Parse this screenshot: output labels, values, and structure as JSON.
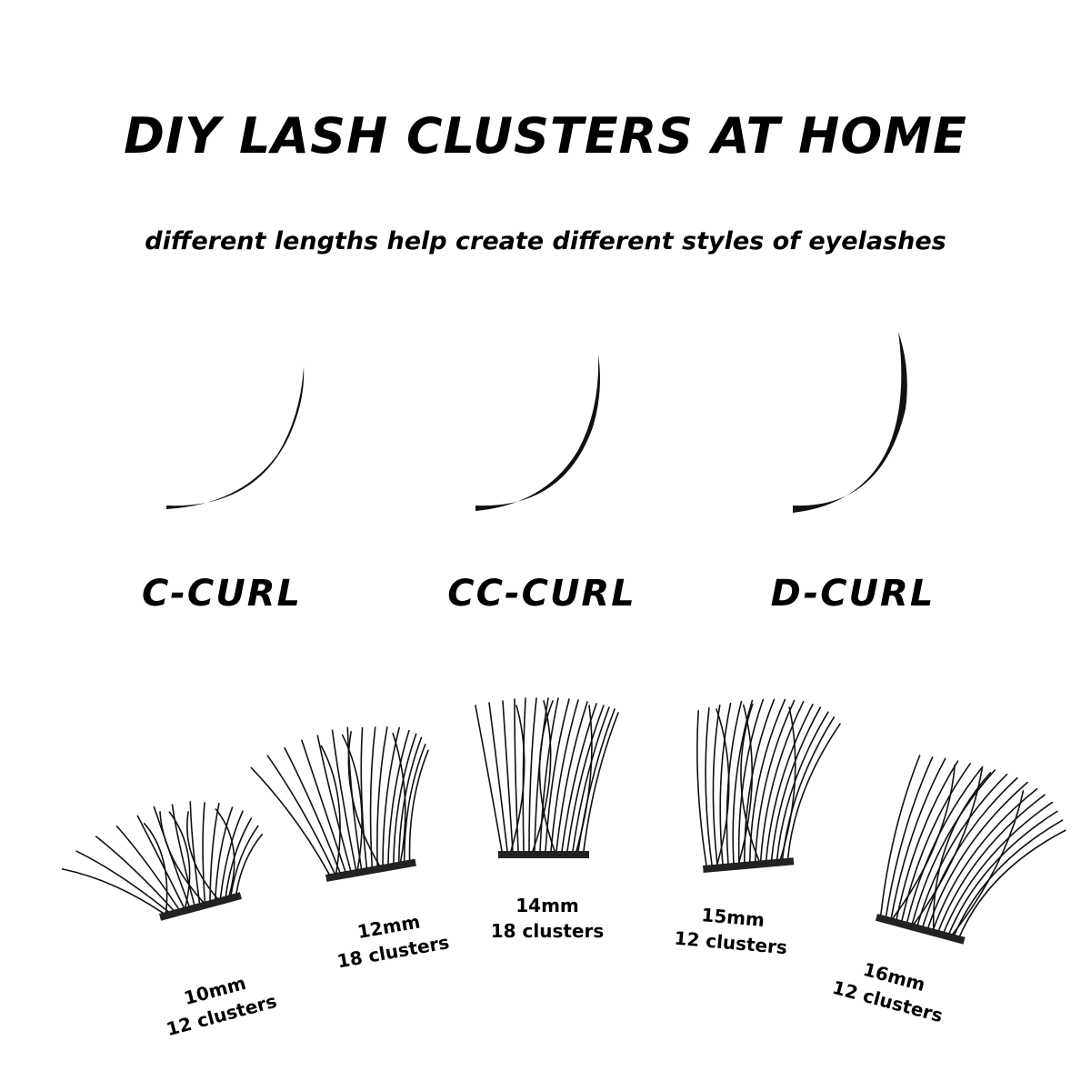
{
  "title": "DIY LASH CLUSTERS AT HOME",
  "subtitle": "different lengths help create different styles of eyelashes",
  "curls": [
    {
      "label": "C-CURL"
    },
    {
      "label": "CC-CURL"
    },
    {
      "label": "D-CURL"
    }
  ],
  "clusters": [
    {
      "length": "10mm",
      "count": "12 clusters"
    },
    {
      "length": "12mm",
      "count": "18 clusters"
    },
    {
      "length": "14mm",
      "count": "18 clusters"
    },
    {
      "length": "15mm",
      "count": "12 clusters"
    },
    {
      "length": "16mm",
      "count": "12 clusters"
    }
  ],
  "colors": {
    "lash": "#111111",
    "background": "#ffffff"
  }
}
